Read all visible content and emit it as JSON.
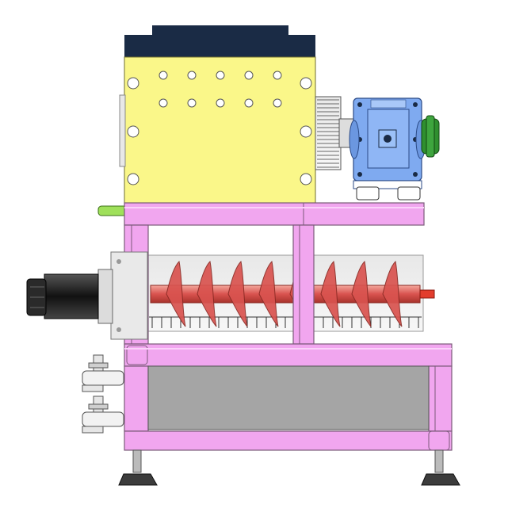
{
  "colors": {
    "background": "#ffffff",
    "frame_pink": "#f1a6ef",
    "frame_edge": "#7b5a7a",
    "hopper_yellow": "#faf789",
    "lid_navy": "#1a2b45",
    "gearbox_blue": "#7faaf0",
    "motor_black": "#1c1c1c",
    "coupling_green": "#2f8f2f",
    "shaft_green": "#9fe05a",
    "screw_red": "#d9534f",
    "shaft_red": "#e23d2d",
    "tray_gray": "#a5a5a5",
    "foot_dark": "#3c3c3c"
  },
  "icons": {
    "motor": "servo-motor-icon",
    "gearbox": "worm-gearbox-icon",
    "screw": "screw-conveyor-icon",
    "valve": "ball-valve-icon",
    "foot": "leveling-foot-icon"
  },
  "hopper": {
    "hole_rows": 2,
    "hole_cols": 5
  },
  "screw": {
    "flights": 8
  }
}
